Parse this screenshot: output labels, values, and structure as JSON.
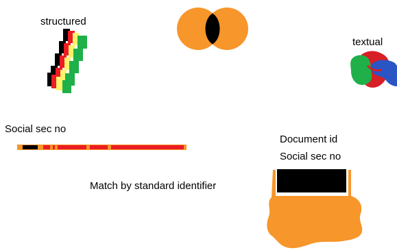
{
  "labels": {
    "structured": "structured",
    "textual": "textual",
    "social_sec_left": "Social sec no",
    "document_id": "Document id",
    "social_sec_right": "Social sec no",
    "match_caption": "Match by standard identifier"
  },
  "colors": {
    "orange": "#f7962b",
    "black": "#000000",
    "red": "#ec1c24",
    "yellow": "#fff36b",
    "green": "#1fb04a",
    "blue": "#2b54c4",
    "textual_red": "#d81f26"
  }
}
